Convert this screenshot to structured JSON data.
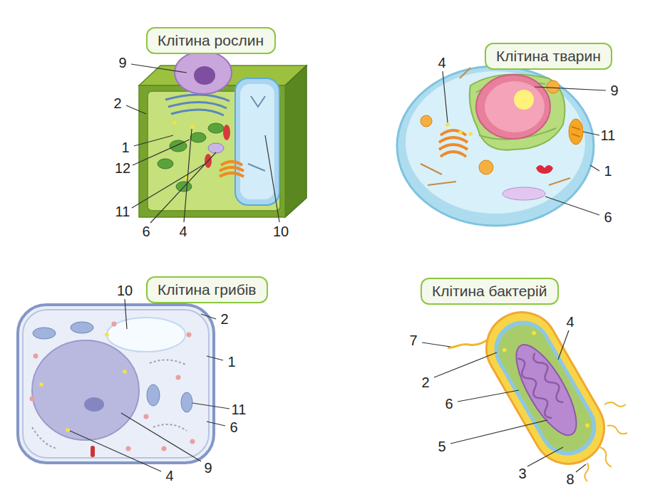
{
  "diagram": {
    "nodes": [
      {
        "text": [
          "Клітина рослин"
        ]
      },
      {
        "text": [
          "Клітина тварин"
        ]
      },
      {
        "text": [
          "Клітина грибів"
        ]
      },
      {
        "text": [
          "Клітина бактерій"
        ]
      }
    ],
    "labels": [
      "9",
      "2",
      "1",
      "12",
      "11",
      "6",
      "4",
      "10",
      "4",
      "9",
      "11",
      "1",
      "6",
      "10",
      "2",
      "1",
      "11",
      "6",
      "9",
      "4",
      "7",
      "4",
      "2",
      "6",
      "5",
      "3",
      "8"
    ]
  }
}
